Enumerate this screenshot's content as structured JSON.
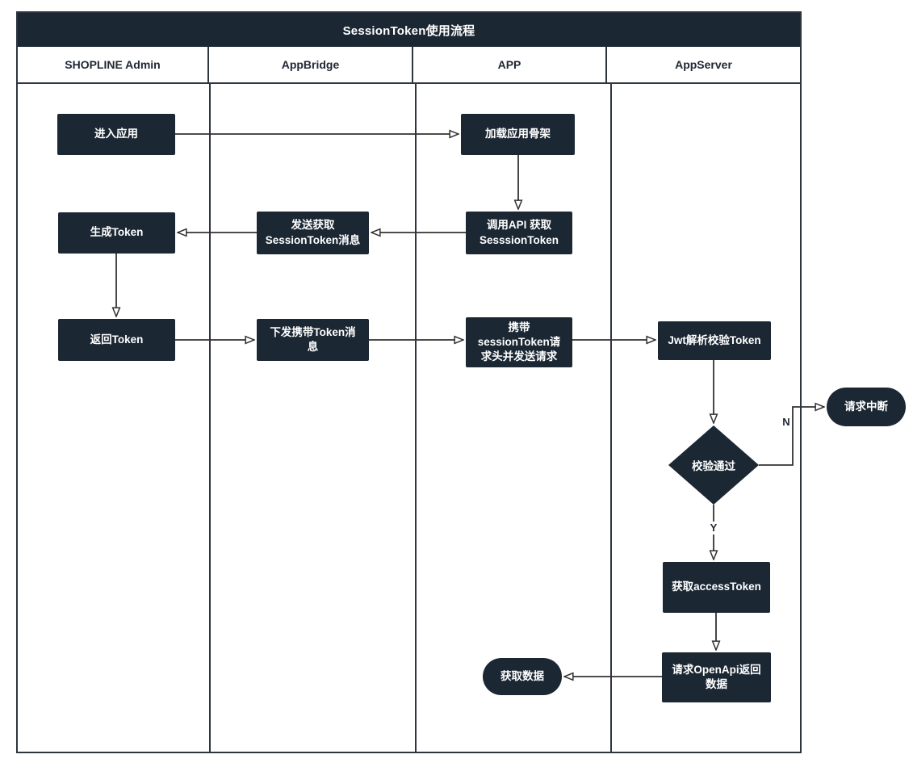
{
  "title": "SessionToken使用流程",
  "lanes": [
    {
      "id": "shopline-admin",
      "label": "SHOPLINE Admin"
    },
    {
      "id": "appbridge",
      "label": "AppBridge"
    },
    {
      "id": "app",
      "label": "APP"
    },
    {
      "id": "appserver",
      "label": "AppServer"
    }
  ],
  "nodes": {
    "enter_app": {
      "label": "进入应用",
      "lane": "SHOPLINE Admin",
      "shape": "rectangle"
    },
    "load_skeleton": {
      "label": "加载应用骨架",
      "lane": "APP",
      "shape": "rectangle"
    },
    "call_api_get_token": {
      "label": "调用API 获取\nSesssionToken",
      "lane": "APP",
      "shape": "rectangle"
    },
    "send_get_token_msg": {
      "label": "发送获取\nSessionToken消息",
      "lane": "AppBridge",
      "shape": "rectangle"
    },
    "generate_token": {
      "label": "生成Token",
      "lane": "SHOPLINE Admin",
      "shape": "rectangle"
    },
    "return_token": {
      "label": "返回Token",
      "lane": "SHOPLINE Admin",
      "shape": "rectangle"
    },
    "dispatch_token_msg": {
      "label": "下发携带Token消\n息",
      "lane": "AppBridge",
      "shape": "rectangle"
    },
    "carry_token_request": {
      "label": "携带\nsessionToken请\n求头并发送请求",
      "lane": "APP",
      "shape": "rectangle"
    },
    "jwt_verify": {
      "label": "Jwt解析校验Token",
      "lane": "AppServer",
      "shape": "rectangle"
    },
    "verify_pass": {
      "label": "校验通过",
      "lane": "AppServer",
      "shape": "diamond"
    },
    "request_interrupt": {
      "label": "请求中断",
      "lane": "AppServer",
      "shape": "rounded"
    },
    "get_access_token": {
      "label": "获取accessToken",
      "lane": "AppServer",
      "shape": "rectangle"
    },
    "request_openapi": {
      "label": "请求OpenApi返回\n数据",
      "lane": "AppServer",
      "shape": "rectangle"
    },
    "get_data": {
      "label": "获取数据",
      "lane": "APP",
      "shape": "rounded"
    }
  },
  "edge_labels": {
    "no": "N",
    "yes": "Y"
  },
  "colors": {
    "node_fill": "#1b2733",
    "node_text": "#ffffff",
    "connector": "#333333",
    "frame_border": "#2e353f",
    "title_bg": "#1b2733",
    "title_text": "#ffffff",
    "header_text": "#1f2733",
    "canvas_bg": "#ffffff"
  }
}
